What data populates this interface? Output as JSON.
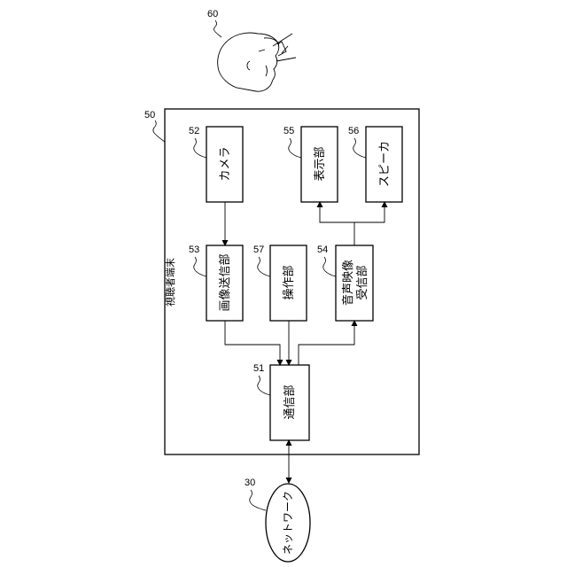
{
  "terminal": {
    "ref": "50",
    "label": "視聴者端末"
  },
  "viewer": {
    "ref": "60"
  },
  "network": {
    "ref": "30",
    "label": "ネットワーク"
  },
  "blocks": {
    "camera": {
      "ref": "52",
      "label": "カメラ"
    },
    "display": {
      "ref": "55",
      "label": "表示部"
    },
    "speaker": {
      "ref": "56",
      "label": "スピーカ"
    },
    "image_tx": {
      "ref": "53",
      "label": "画像送信部"
    },
    "operation": {
      "ref": "57",
      "label": "操作部"
    },
    "av_rx": {
      "ref": "54",
      "label_line1": "音声映像",
      "label_line2": "受信部"
    },
    "comm": {
      "ref": "51",
      "label": "通信部"
    }
  }
}
